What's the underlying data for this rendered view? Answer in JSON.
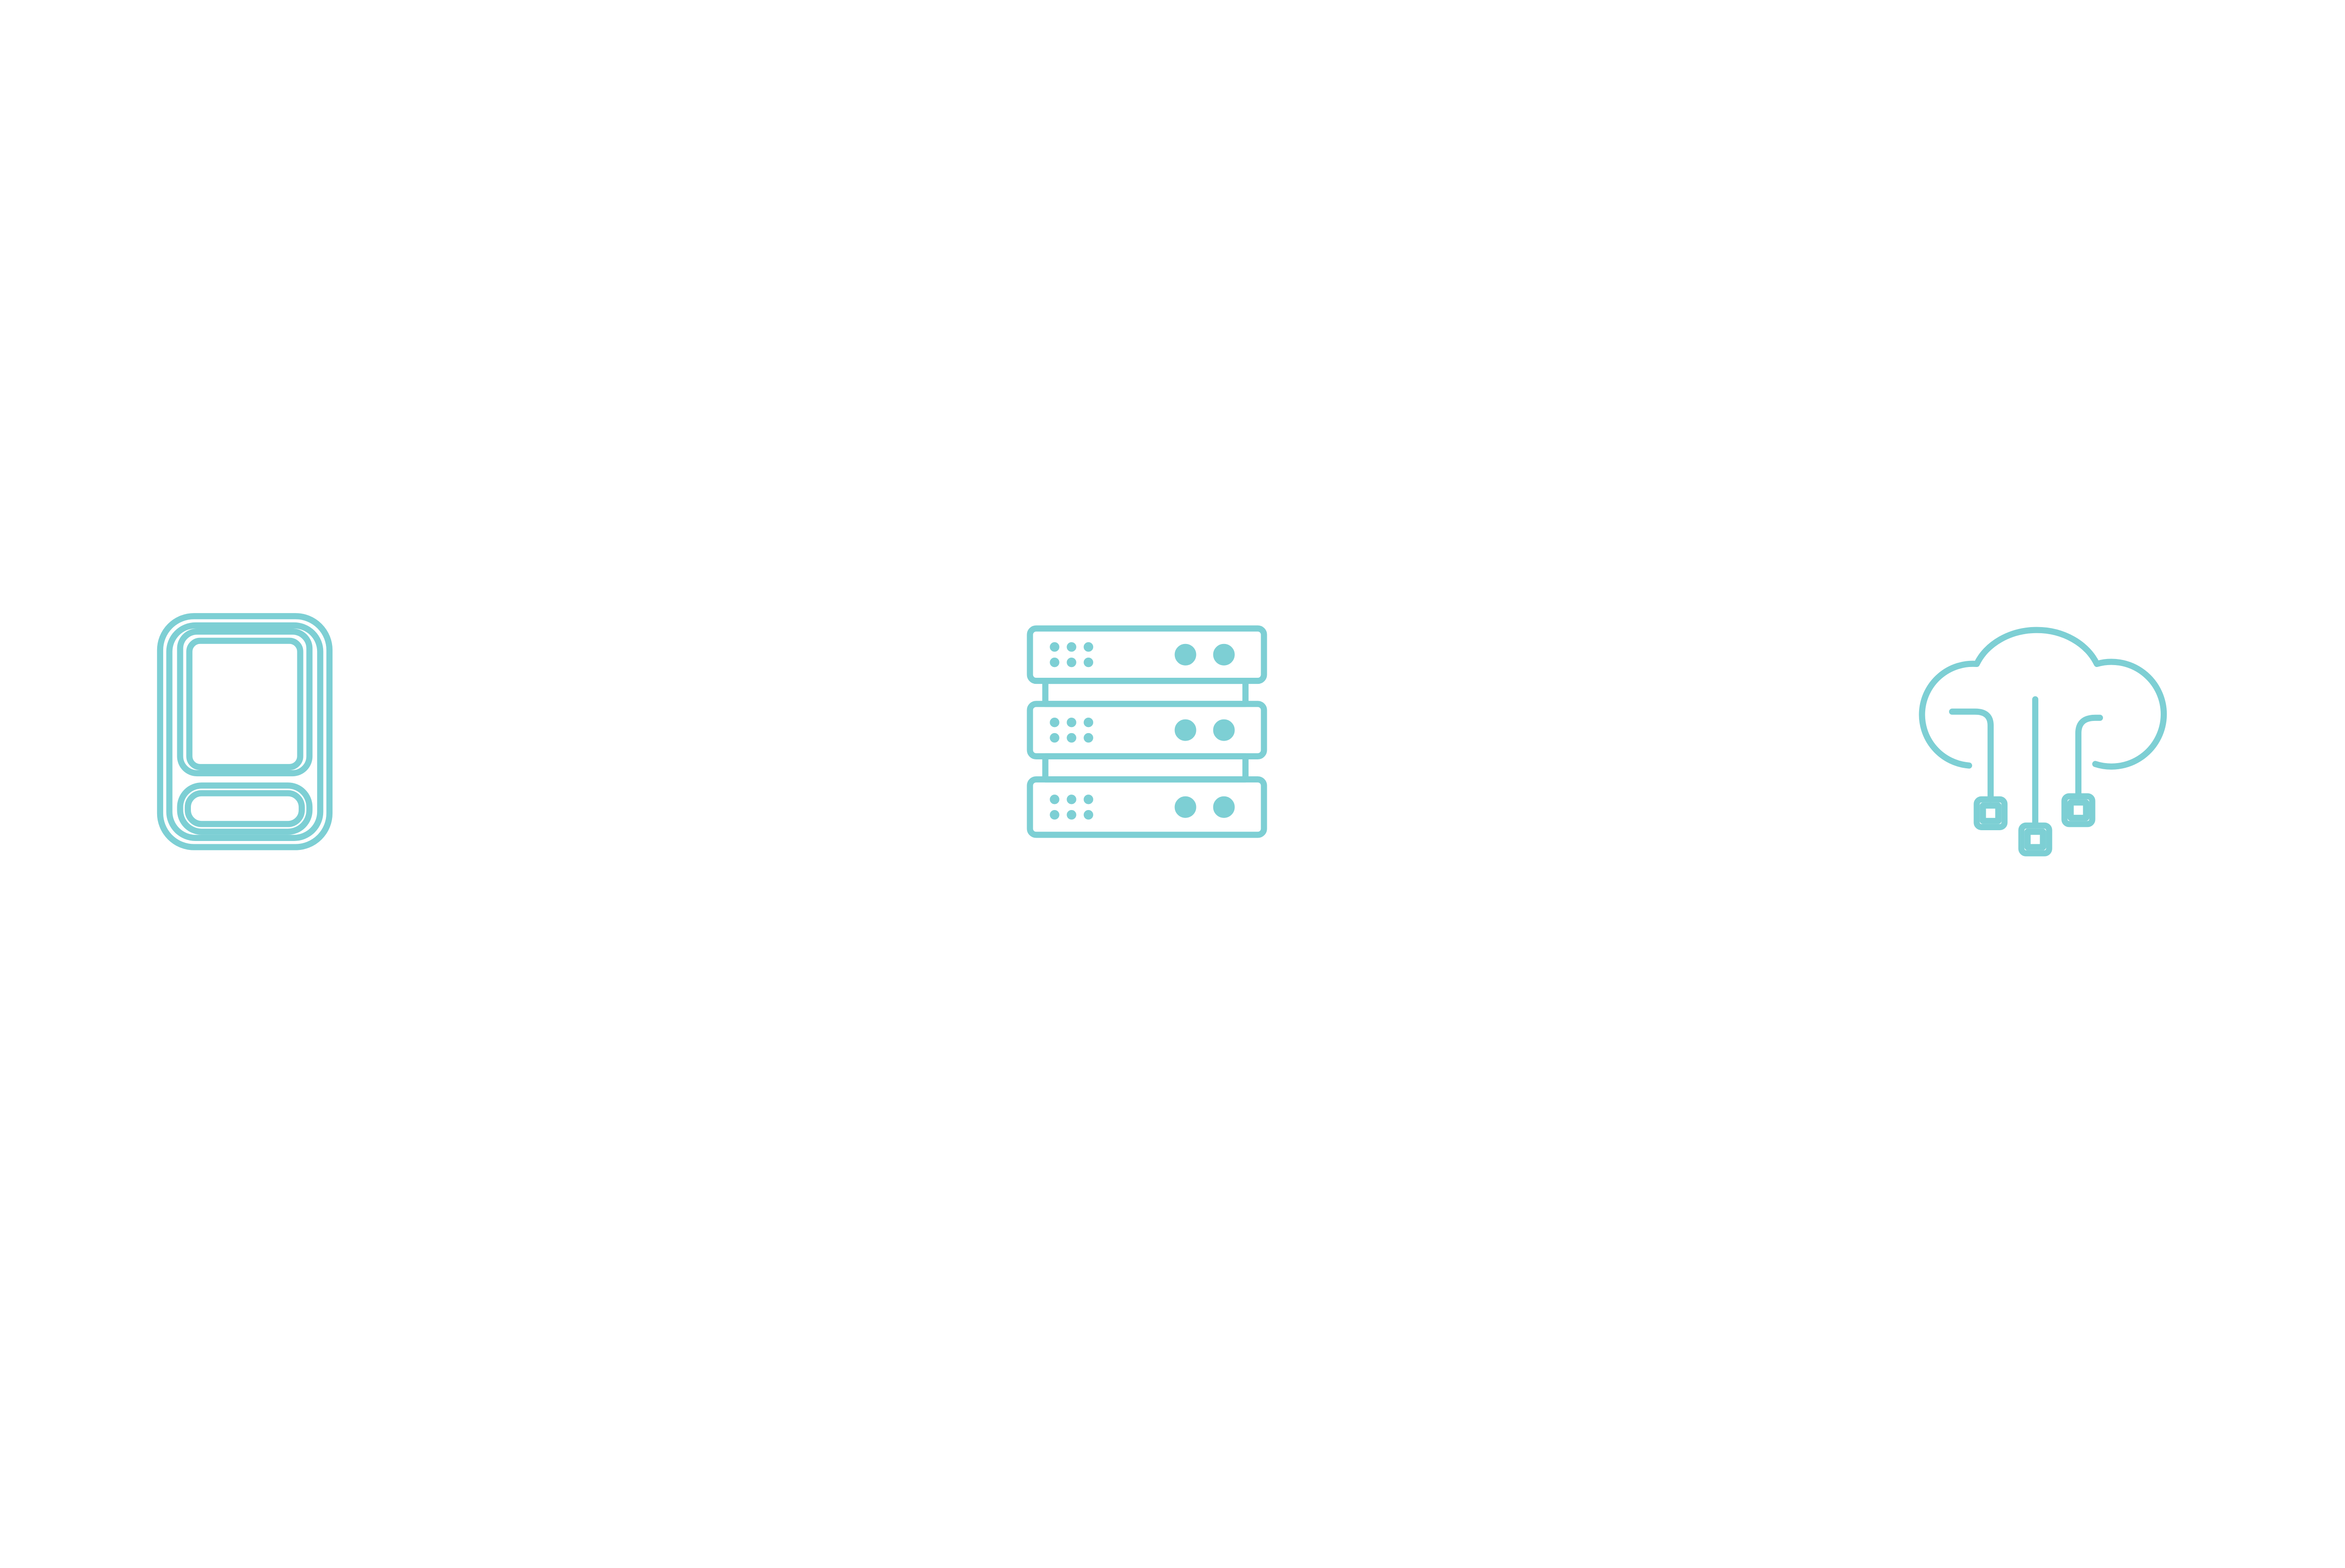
{
  "diagram": {
    "title": "",
    "nodes": [
      {
        "id": "device",
        "icon": "hard-drive-icon"
      },
      {
        "id": "server",
        "icon": "server-rack-icon"
      },
      {
        "id": "cloud",
        "icon": "cloud-network-icon"
      }
    ],
    "edges": [
      {
        "from": "device",
        "to": "server"
      },
      {
        "from": "server",
        "to": "cloud"
      }
    ]
  },
  "colors": {
    "icon_stroke": "#7dcfd4",
    "connector_dark": "#2b4f55",
    "connector_light": "#7dcfd4",
    "background": "#ffffff"
  }
}
